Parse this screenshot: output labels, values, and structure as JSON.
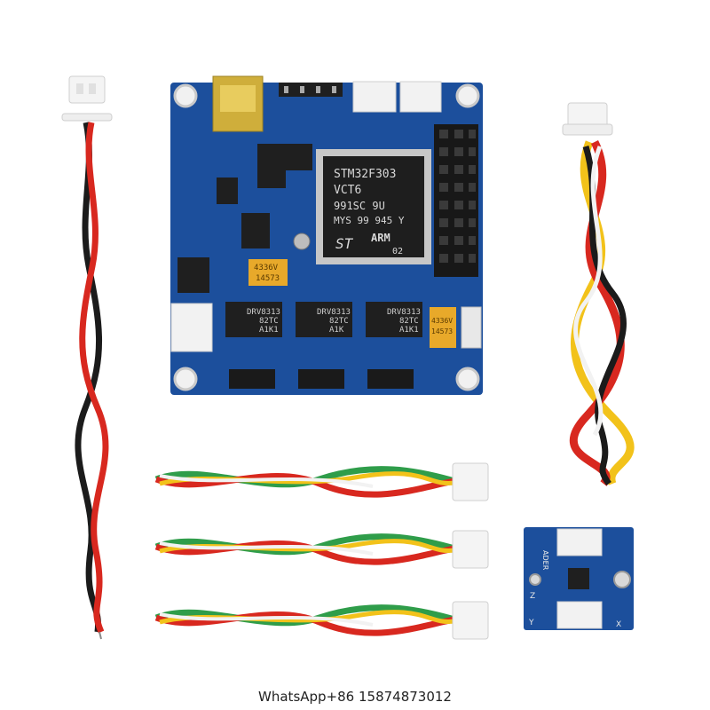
{
  "board": {
    "mcu_line1": "STM32F303",
    "mcu_line2": "VCT6",
    "mcu_line3": "991SC 9U",
    "mcu_line4": "MYS 99 945 Y",
    "mcu_brand": "ARM",
    "mcu_code": "02",
    "cap_line1": "4336V",
    "cap_line2": "14573",
    "cap2_line1": "4336V",
    "cap2_line2": "14573",
    "drivers": [
      {
        "line1": "DRV8313",
        "line2": "82TC",
        "line3": "A1K1"
      },
      {
        "line1": "DRV8313",
        "line2": "82TC",
        "line3": "A1K"
      },
      {
        "line1": "DRV8313",
        "line2": "82TC",
        "line3": "A1K1"
      }
    ]
  },
  "sensor_board": {
    "label_top": "ADER",
    "axis_x": "X",
    "axis_y": "Y",
    "axis_z": "Z"
  },
  "colors": {
    "pcb_blue": "#1c4f9c",
    "wire_red": "#d8281f",
    "wire_black": "#1b1b1b",
    "wire_yellow": "#f2c21a",
    "wire_white": "#f2f2f2"
  },
  "caption": "WhatsApp+86 15874873012"
}
